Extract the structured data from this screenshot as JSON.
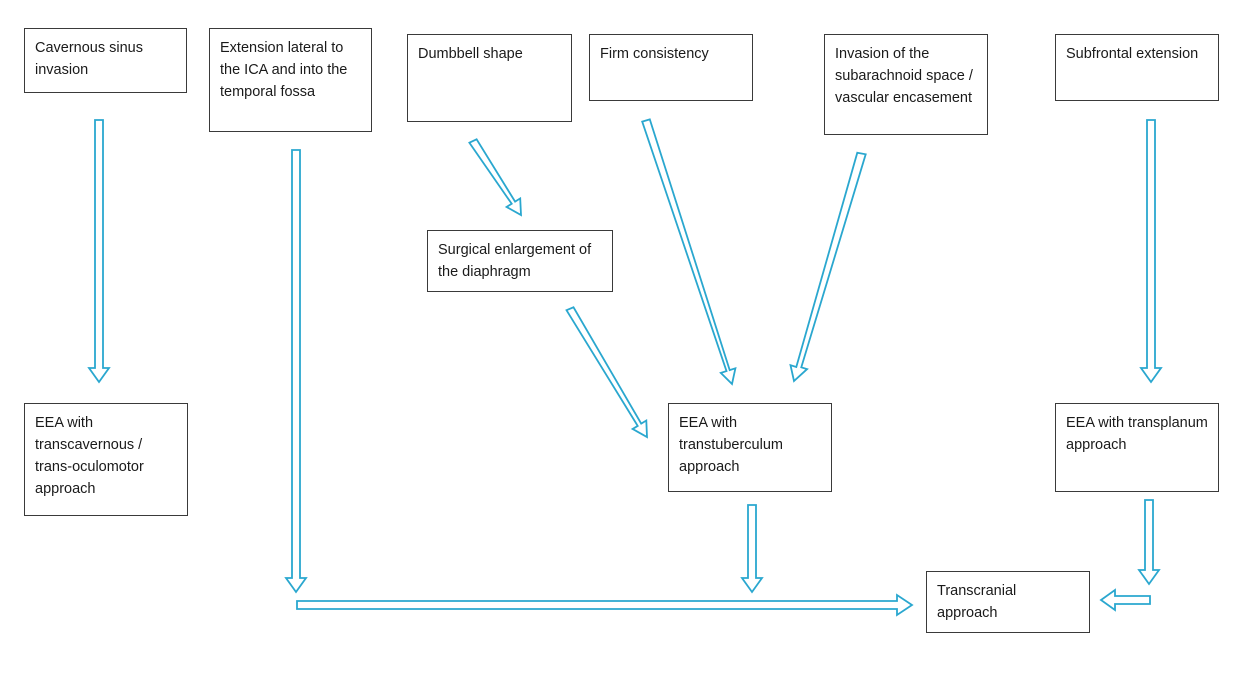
{
  "diagram": {
    "nodes": {
      "cavernous_sinus_invasion": "Cavernous sinus invasion",
      "extension_lateral_ica": "Extension lateral to the ICA and into the temporal fossa",
      "dumbbell_shape": "Dumbbell shape",
      "firm_consistency": "Firm consistency",
      "invasion_subarachnoid": "Invasion of the subarachnoid space / vascular encasement",
      "subfrontal_extension": "Subfrontal extension",
      "surgical_enlargement": "Surgical enlargement of the diaphragm",
      "eea_transcavernous": "EEA with transcavernous / trans-oculomotor approach",
      "eea_transtuberculum": "EEA with transtuberculum approach",
      "eea_transplanum": "EEA with transplanum approach",
      "transcranial": "Transcranial approach"
    },
    "edges": [
      {
        "from": "cavernous_sinus_invasion",
        "to": "eea_transcavernous"
      },
      {
        "from": "extension_lateral_ica",
        "to": "transcranial"
      },
      {
        "from": "dumbbell_shape",
        "to": "surgical_enlargement"
      },
      {
        "from": "surgical_enlargement",
        "to": "eea_transtuberculum"
      },
      {
        "from": "firm_consistency",
        "to": "eea_transtuberculum"
      },
      {
        "from": "invasion_subarachnoid",
        "to": "eea_transtuberculum"
      },
      {
        "from": "subfrontal_extension",
        "to": "eea_transplanum"
      },
      {
        "from": "eea_transtuberculum",
        "to": "transcranial"
      },
      {
        "from": "eea_transplanum",
        "to": "transcranial"
      }
    ],
    "arrow_color": "#2aa7cf",
    "border_color": "#3a3a3a"
  }
}
